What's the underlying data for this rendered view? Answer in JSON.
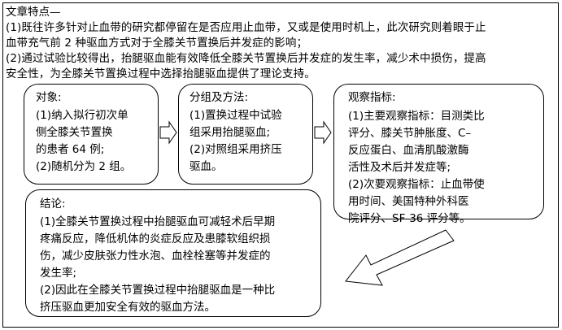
{
  "features": {
    "title": "文章特点—",
    "lines": [
      "(1)既往许多针对止血带的研究都停留在是否应用止血带，又或是使用时机上，此次研究则着眼于止",
      "血带充气前 2 种驱血方式对于全膝关节置换后并发症的影响；",
      "(2)通过试验比较得出，抬腿驱血能有效降低全膝关节置换后并发症的发生率，减少术中损伤，提高",
      "安全性，为全膝关节置换过程中选择抬腿驱血提供了理论支持。"
    ]
  },
  "subjects": {
    "title": "对象:",
    "lines": [
      "(1)纳入拟行初次单",
      "侧全膝关节置换",
      "的患者 64 例;",
      "(2)随机分为 2 组。"
    ]
  },
  "methods": {
    "title": "分组及方法:",
    "lines": [
      "(1)置换过程中试验",
      "组采用抬腿驱血;",
      "(2)对照组采用挤压",
      "驱血。"
    ]
  },
  "indicators": {
    "title": "观察指标:",
    "lines": [
      "(1)主要观察指标：目测类比",
      "评分、膝关节肿胀度、C–",
      "反应蛋白、血清肌酸激酶",
      "活性及术后并发症等;",
      "(2)次要观察指标：止血带使",
      "用时间、美国特种外科医",
      "院评分、SF-36 评分等。"
    ]
  },
  "conclusion": {
    "title": "结论:",
    "lines": [
      "(1)全膝关节置换过程中抬腿驱血可减轻术后早期",
      "疼痛反应，降低机体的炎症反应及患膝软组织损",
      "伤，减少皮肤张力性水泡、血栓栓塞等并发症的",
      "发生率;",
      "(2)因此在全膝关节置换过程中抬腿驱血是一种比",
      "挤压驱血更加安全有效的驱血方法。"
    ]
  }
}
